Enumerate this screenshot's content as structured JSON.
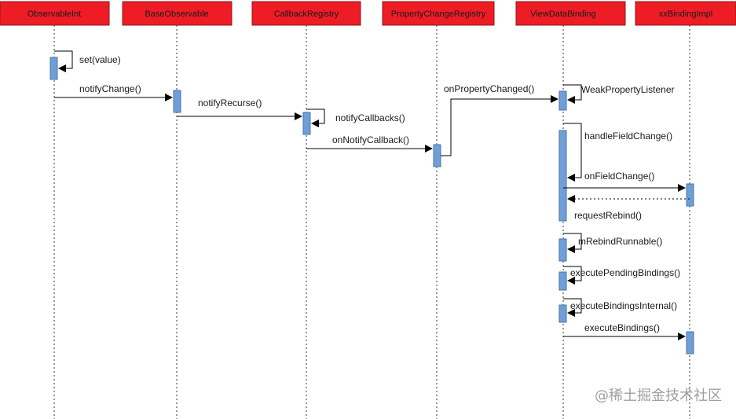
{
  "actors": [
    {
      "id": "observableint",
      "label": "ObservableInt"
    },
    {
      "id": "baseobservable",
      "label": "BaseObservable"
    },
    {
      "id": "callbackregistry",
      "label": "CallbackRegistry"
    },
    {
      "id": "propertychangeregistry",
      "label": "PropertyChangeRegistry"
    },
    {
      "id": "viewdatabinding",
      "label": "ViewDataBinding"
    },
    {
      "id": "xxbindingimpl",
      "label": "xxBindingImpl"
    }
  ],
  "messages": [
    {
      "id": "set-value",
      "label": "set(value)"
    },
    {
      "id": "notify-change",
      "label": "notifyChange()"
    },
    {
      "id": "notify-recurse",
      "label": "notifyRecurse()"
    },
    {
      "id": "notify-callbacks",
      "label": "notifyCallbacks()"
    },
    {
      "id": "on-notify-callback",
      "label": "onNotifyCallback()"
    },
    {
      "id": "on-property-changed",
      "label": "onPropertyChanged()"
    },
    {
      "id": "weak-property-listener",
      "label": "WeakPropertyListener"
    },
    {
      "id": "handle-field-change",
      "label": "handleFieldChange()"
    },
    {
      "id": "on-field-change",
      "label": "onFieldChange()"
    },
    {
      "id": "request-rebind",
      "label": "requestRebind()"
    },
    {
      "id": "m-rebind-runnable",
      "label": "mRebindRunnable()"
    },
    {
      "id": "execute-pending-bindings",
      "label": "executePendingBindings()"
    },
    {
      "id": "execute-bindings-internal",
      "label": "executeBindingsInternal()"
    },
    {
      "id": "execute-bindings",
      "label": "executeBindings()"
    }
  ],
  "watermark": "@稀土掘金技术社区",
  "colors": {
    "actor_fill": "#ee1c25",
    "activation_fill": "#6f9fd6"
  }
}
